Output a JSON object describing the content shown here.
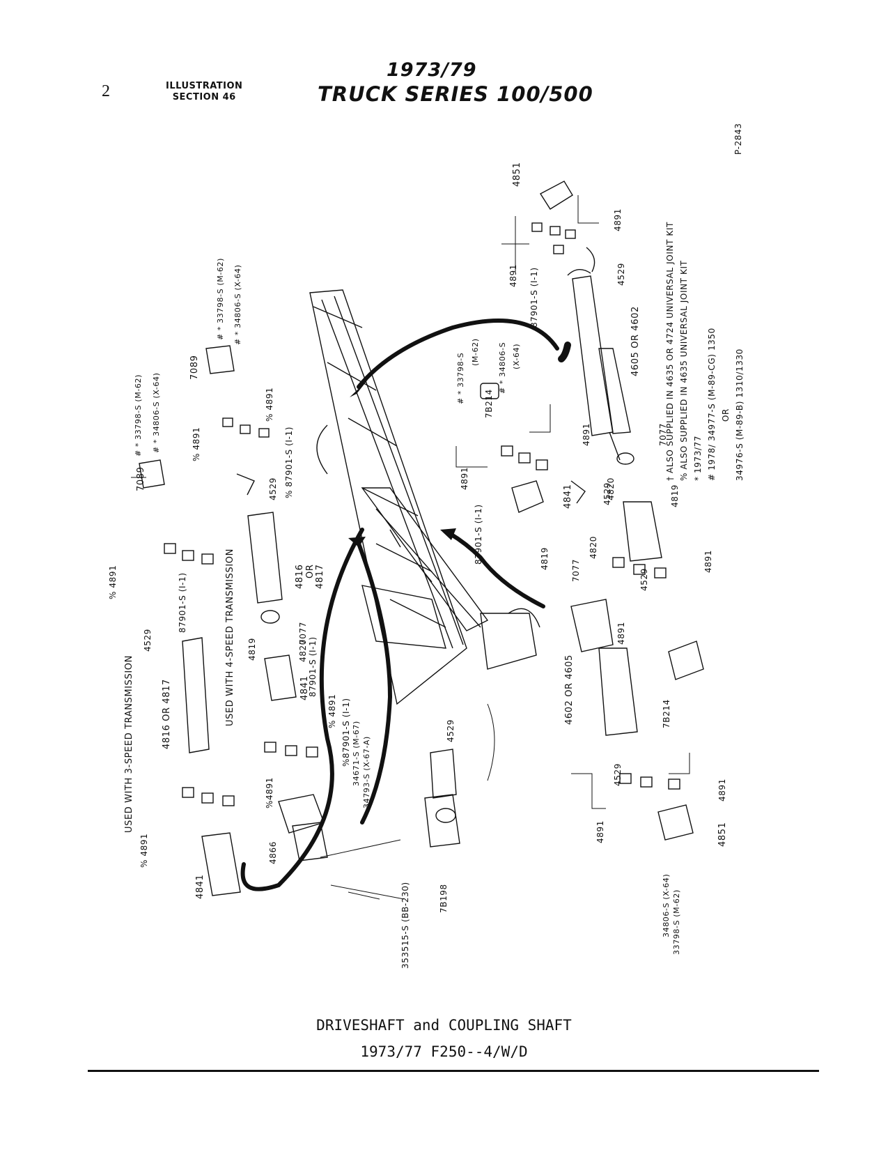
{
  "header": {
    "page_number": "2",
    "illustration_line1": "ILLUSTRATION",
    "illustration_line2": "SECTION 46",
    "title_years": "1973/79",
    "title_series": "TRUCK SERIES 100/500"
  },
  "legend": {
    "dagger": "† ALSO SUPPLIED IN 4635 OR 4724 UNIVERSAL JOINT KIT",
    "percent": "% ALSO SUPPLIED IN 4635 UNIVERSAL JOINT KIT",
    "star": "* 1973/77",
    "hash": "# 1978/ 34977-S (M-89-CG) 1350",
    "or": "OR",
    "alt": "34976-S (M-89-B) 1310/1330",
    "plate": "P-2843"
  },
  "notes": {
    "three_speed": "USED WITH 3-SPEED TRANSMISSION",
    "four_speed": "USED WITH 4-SPEED TRANSMISSION"
  },
  "part_labels": [
    "7089",
    "7089",
    "4841",
    "4841",
    "4841",
    "4851",
    "4851",
    "4816 OR 4817",
    "4816",
    "OR",
    "4817",
    "4529",
    "4529",
    "4529",
    "4529",
    "4529",
    "4529",
    "4529",
    "4891",
    "4891",
    "4891",
    "4891",
    "4891",
    "4891",
    "4891",
    "4891",
    "% 4891",
    "% 4891",
    "% 4891",
    "% 4891",
    "% 4891",
    "%4891",
    "87901-S (I-1)",
    "87901-S (I-1)",
    "87901-S (I-1)",
    "87901-S (I-1)",
    "% 87901-S (I-1)",
    "%87901-S (I-1)",
    "# * 33798-S (M-62)",
    "# * 34806-S (X-64)",
    "# * 33798-S (M-62)",
    "# * 34806-S (X-64)",
    "# * 33798-S",
    "(M-62)",
    "# * 34806-S",
    "(X-64)",
    "34671-S (M-67)",
    "34793-S (X-67-A)",
    "7B214",
    "7B214",
    "7B198",
    "7077",
    "7077",
    "7077",
    "4602 OR 4605",
    "4605 OR 4602",
    "4819",
    "4819",
    "4819",
    "4820",
    "4820",
    "4820",
    "4866",
    "353515-S (BB-230)",
    "34806-S (X-64)",
    "33798-S (M-62)"
  ],
  "caption": {
    "title": "DRIVESHAFT and COUPLING SHAFT",
    "subtitle": "1973/77   F250--4/W/D"
  }
}
